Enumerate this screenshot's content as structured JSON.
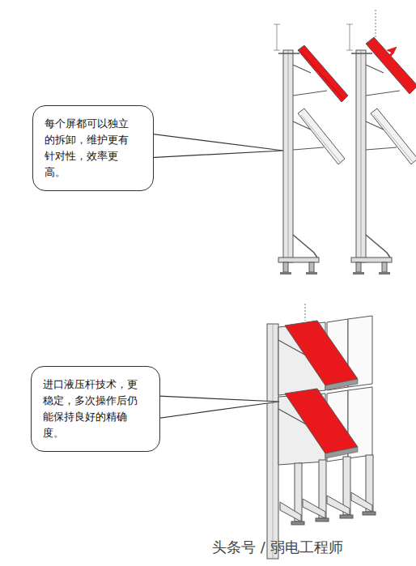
{
  "diagram": {
    "nodes": [
      {
        "text": [
          "每个屏都可以独立的拆卸，维护更有针对性，效率更高。"
        ]
      },
      {
        "text": [
          "进口液压杆技术，更稳定，多次操作后仍能保持良好的精确度。"
        ]
      }
    ],
    "edges": [],
    "labels": [
      "头条号 / 弱电工程师"
    ]
  }
}
